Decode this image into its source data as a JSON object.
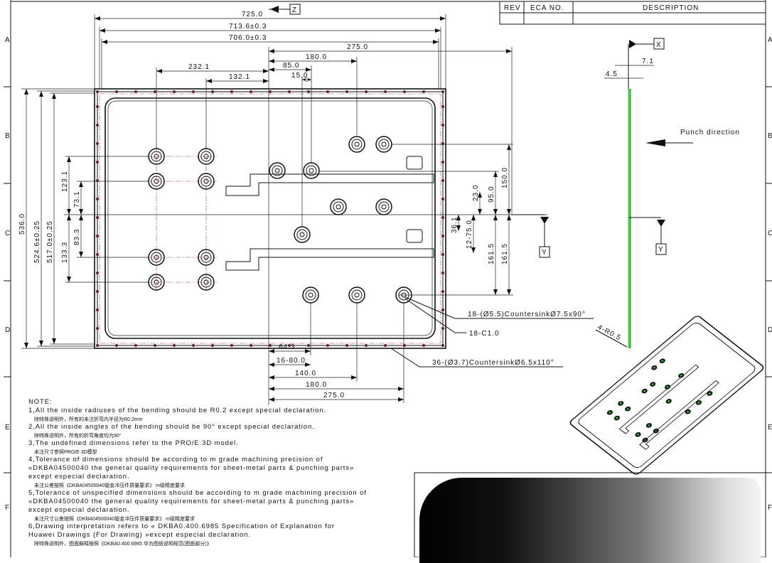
{
  "revision_table": {
    "rev": "REV",
    "eca_no": "ECA NO.",
    "description": "DESCRIPTION"
  },
  "zones": {
    "rows": [
      "A",
      "B",
      "C",
      "D",
      "E",
      "F"
    ]
  },
  "datums": {
    "z": "Z",
    "x": "X",
    "y": "Y"
  },
  "dimensions": {
    "w725": "725.0",
    "w713": "713.6±0.3",
    "w706": "706.0±0.3",
    "t275": "275.0",
    "t180": "180.0",
    "t85": "85.0",
    "t15": "15.0",
    "t232": "232.1",
    "t132": "132.1",
    "b64": "64.3",
    "b16": "16-80.0",
    "b140": "140.0",
    "b180": "180.0",
    "b275": "275.0",
    "h536": "536.0",
    "h524": "524.6±0.25",
    "h517": "517.0±0.25",
    "l123": "123.1",
    "l133": "133.3",
    "l73": "73.1",
    "l83": "83.3",
    "r150": "150.0",
    "r95": "95.0",
    "r23": "23.0",
    "r36": "36.1",
    "r12": "12-75.0",
    "r161a": "161.5",
    "r161b": "161.5",
    "s71": "7.1",
    "s45": "4.5"
  },
  "callouts": {
    "countersink18": "18-(Ø5.5)CountersinkØ7.5x90°",
    "chamfer18": "18-C1.0",
    "countersink36": "36-(Ø3.7)CountersinkØ6.5x110°",
    "radius4": "4-R0.5",
    "punch": "Punch direction"
  },
  "notes": {
    "title": "NOTE:",
    "lines": [
      "1,All the inside radiuses of the bending should be R0.2 except special declaration.",
      "除特殊说明外，所有的未注折弯内半径为R0.2mm",
      "2,All the inside angles of the bending should be 90° except special declaration.",
      "除特殊说明外，所有的折弯角度均为90°",
      "3,The undefined dimensions refer to the PRO/E 3D model.",
      "未注尺寸参照PRO/E 3D模型",
      "4,Tolerance of dimensions should be according to m grade machining precision of",
      "«DKBA04500040 the general quality requirements for sheet-metal parts &  punching parts»",
      "except especial declaration.",
      "未注公差按照《DKBA04500040钣金冲压件质量要求》 m级精度要求",
      "5,Tolerance of unspecified dimensions should be according to m grade machining precision of",
      "«DKBA04500040 the general quality requirements for sheet-metal parts &  punching parts»",
      "except especial declaration.",
      "未注尺寸公差按照《DKBA04500040钣金冲压件质量要求》 m级精度要求",
      "6,Drawing interpretation refers to « DKBA0.400.6985  Specification of Explanation for",
      "Huawei Drawings (For Drawing) »except especial declaration.",
      "除特殊说明外，图面解释按照《DKBA0.400.6985 华为图纸说明规范(图面部分)》"
    ]
  },
  "colors": {
    "line": "#111111",
    "centerline": "#b04060",
    "side_view": "#33dd33"
  }
}
